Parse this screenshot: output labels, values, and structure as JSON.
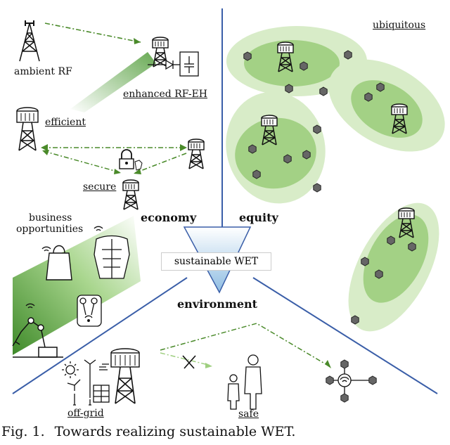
{
  "labels": {
    "ambient_rf": "ambient RF",
    "enhanced_rf_eh": "enhanced RF-EH",
    "efficient": "efficient",
    "secure": "secure",
    "business_opportunities_1": "business",
    "business_opportunities_2": "opportunities",
    "economy": "economy",
    "equity": "equity",
    "ubiquitous": "ubiquitous",
    "sustainable_wet": "sustainable WET",
    "environment": "environment",
    "off_grid": "off-grid",
    "safe": "safe"
  },
  "caption": {
    "number": "Fig. 1.",
    "text": "Towards realizing sustainable WET."
  },
  "colors": {
    "divider_blue": "#3a5ea8",
    "green_dark": "#4a8a2a",
    "green_light": "#d8ecc8",
    "green_mid": "#9fcf80",
    "triangle_top": "#ffffff",
    "triangle_bottom": "#9cc3e0"
  },
  "icons": [
    "cell-tower-icon",
    "base-station-icon",
    "energy-harvester-icon",
    "lock-icon",
    "shopping-bag-icon",
    "human-torso-icon",
    "earbuds-icon",
    "robot-arm-icon",
    "sun-icon",
    "wind-turbine-icon",
    "solar-panel-icon",
    "person-icon",
    "iot-node-icon",
    "sensor-node-icon"
  ]
}
